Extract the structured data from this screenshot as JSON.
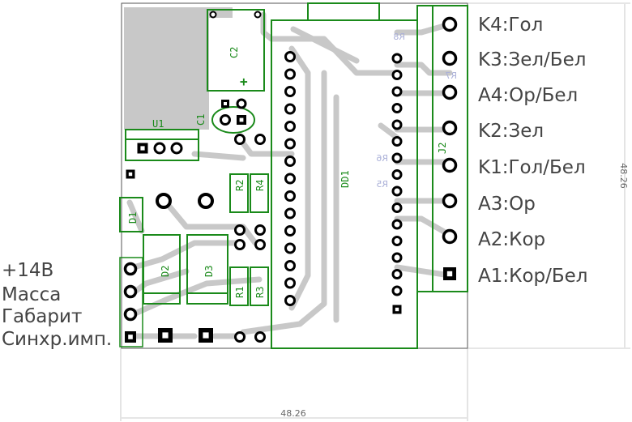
{
  "board": {
    "components": {
      "c2": "C2",
      "c1": "C1",
      "u1": "U1",
      "d1": "D1",
      "d2": "D2",
      "d3": "D3",
      "r1": "R1",
      "r2": "R2",
      "r3": "R3",
      "r4": "R4",
      "dd1": "DD1",
      "j2": "J2",
      "r5": "R5",
      "r6": "R6",
      "r7": "R7",
      "r8": "R8",
      "plus": "+"
    },
    "dim_width": "48.26",
    "dim_height": "48.26"
  },
  "left_labels": [
    "+14В",
    "Масса",
    "Габарит",
    "Синхр.имп."
  ],
  "right_labels": [
    "K4:Гол",
    "K3:Зел/Бел",
    "A4:Ор/Бел",
    "K2:Зел",
    "K1:Гол/Бел",
    "A3:Ор",
    "A2:Кор",
    "A1:Кор/Бел"
  ],
  "colors": {
    "trace": "#c8c8c8",
    "silkscreen": "#1a8a1a",
    "pad": "#000000",
    "label": "#444444"
  }
}
